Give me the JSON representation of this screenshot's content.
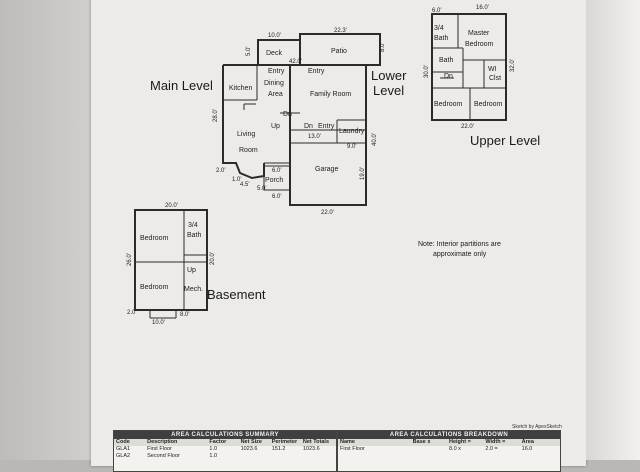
{
  "levels": {
    "main": "Main Level",
    "lower": "Lower Level",
    "upper": "Upper Level",
    "basement": "Basement"
  },
  "rooms": {
    "deck": "Deck",
    "patio": "Patio",
    "entry_a": "Entry",
    "entry_b": "Entry",
    "entry_c": "Entry",
    "dining": "Dining",
    "area": "Area",
    "kitchen": "Kitchen",
    "family_room": "Family Room",
    "living": "Living",
    "living_room": "Room",
    "laundry": "Laundry",
    "garage": "Garage",
    "porch": "Porch",
    "dn_a": "Dn",
    "dn_b": "Dn",
    "dn_c": "Dn",
    "up_a": "Up",
    "up_b": "Up",
    "bath34_a": "3/4",
    "bath34_b": "Bath",
    "master_a": "Master",
    "master_b": "Bedroom",
    "bath": "Bath",
    "wi_a": "WI",
    "wi_b": "Clst",
    "bedroom_u1": "Bedroom",
    "bedroom_u2": "Bedroom",
    "bedroom_b1": "Bedroom",
    "bedroom_b2": "Bedroom",
    "bsmt_bath_a": "3/4",
    "bsmt_bath_b": "Bath",
    "mech": "Mech."
  },
  "dims": {
    "d_10": "10.0'",
    "d_22_3": "22.3'",
    "d_5_0a": "5.0'",
    "d_8_0": "8.0'",
    "d_42": "42.0'",
    "d_28": "28.0'",
    "d_13": "13.0'",
    "d_9": "9.0'",
    "d_40": "40.0'",
    "d_19": "19.0'",
    "d_22b": "22.0'",
    "d_2_0a": "2.0'",
    "d_1_0": "1.0'",
    "d_4_5": "4.5'",
    "d_5_0b": "5.0'",
    "d_6_0": "6.0'",
    "d_6_0b": "6.0'",
    "d_16": "16.0'",
    "d_6_0c": "6.0'",
    "d_30": "30.0'",
    "d_32": "32.0'",
    "d_22c": "22.0'",
    "d_20": "20.0'",
    "d_26": "26.0'",
    "d_20b": "20.0'",
    "d_2_0b": "2.0'",
    "d_10b": "10.0'",
    "d_8_0b": "8.0'"
  },
  "note": {
    "line1": "Note: Interior partitions are",
    "line2": "approximate only"
  },
  "sketch_by": "Sketch by ApexSketch",
  "summary": {
    "title": "AREA CALCULATIONS SUMMARY",
    "headers": [
      "Code",
      "Description",
      "Factor",
      "Net Size",
      "Perimeter",
      "Net Totals"
    ],
    "rows": [
      [
        "GLA1",
        "First Floor",
        "1.0",
        "1023.6",
        "151.2",
        "1023.6"
      ],
      [
        "GLA2",
        "Second Floor",
        "1.0",
        "",
        "",
        ""
      ]
    ]
  },
  "breakdown": {
    "title": "AREA CALCULATIONS BREAKDOWN",
    "headers": [
      "Name",
      "Base x",
      "Height =",
      "Width =",
      "Area"
    ],
    "rows": [
      [
        "First Floor",
        "",
        "8.0 x",
        "2.0 =",
        "16.0"
      ],
      [
        "",
        "",
        "",
        "",
        ""
      ]
    ]
  }
}
